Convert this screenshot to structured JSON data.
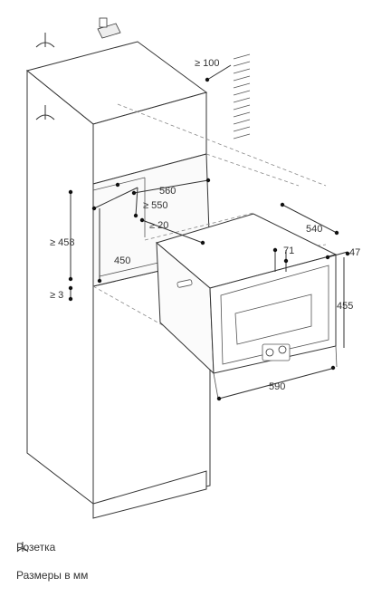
{
  "dimensions": {
    "clearance_top": "≥ 100",
    "niche_width": "560",
    "niche_depth": "≥ 550",
    "gap": "≥ 20",
    "niche_height": "≥ 458",
    "inner": "450",
    "bottom": "≥ 3",
    "appliance_depth": "540",
    "offset_71": "71",
    "offset_47": "47",
    "appliance_height": "455",
    "appliance_width": "590"
  },
  "legend": {
    "socket_label": "Розетка",
    "units_label": "Размеры в мм"
  },
  "icons": {
    "socket": "socket-icon",
    "hatch": "wall-hatch"
  }
}
